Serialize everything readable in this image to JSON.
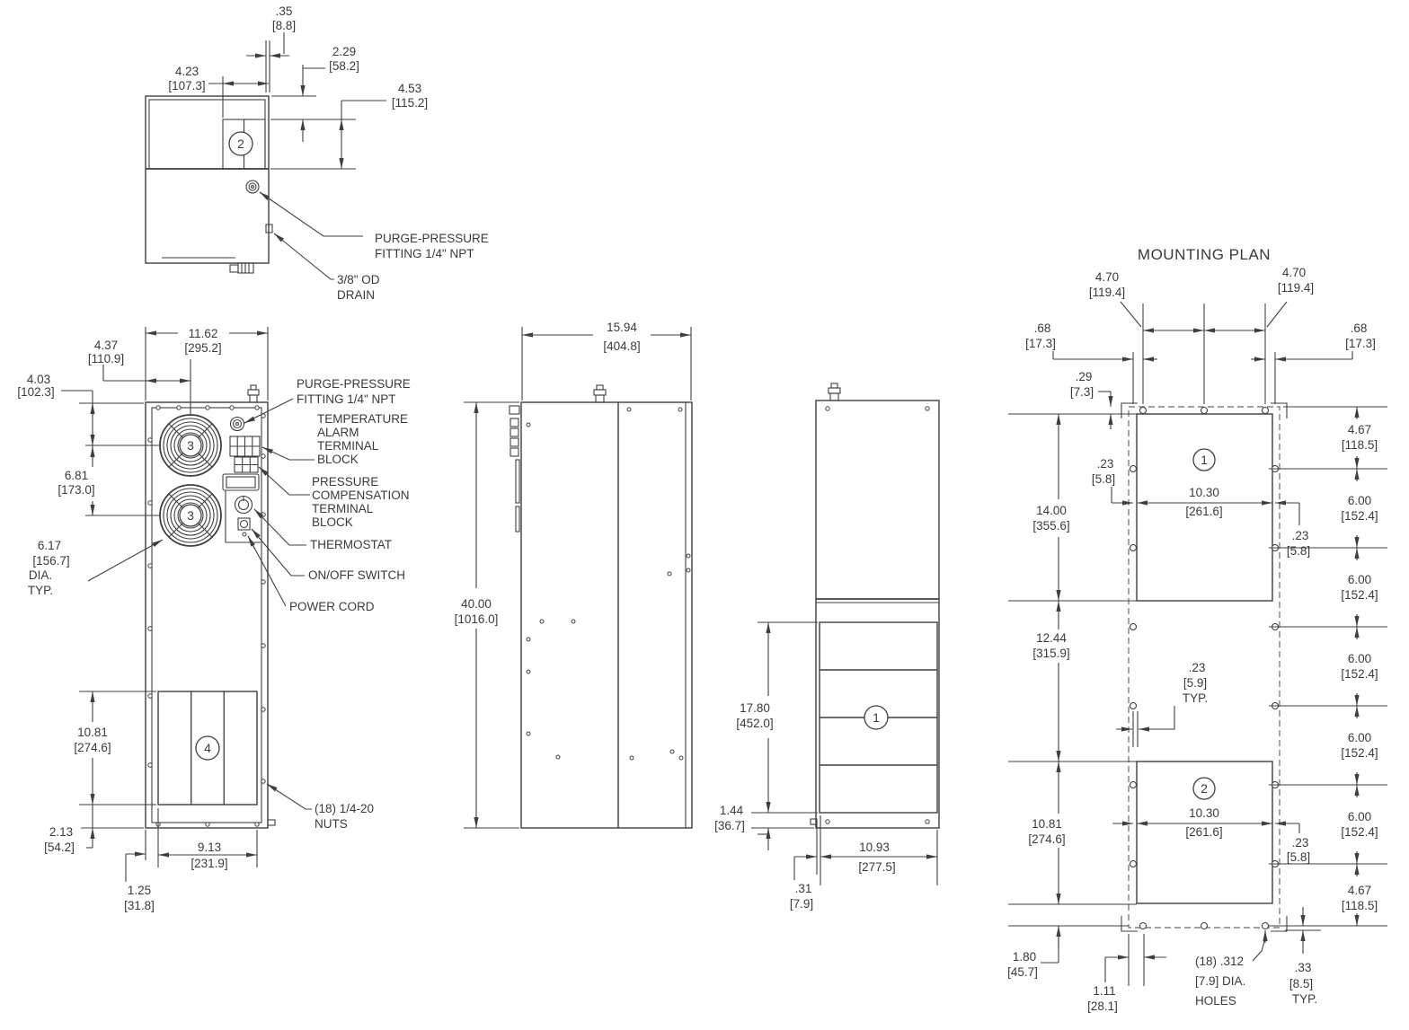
{
  "top": {
    "balloon": "2",
    "d35": {
      "v": ".35",
      "mm": "[8.8]"
    },
    "d229": {
      "v": "2.29",
      "mm": "[58.2]"
    },
    "d423": {
      "v": "4.23",
      "mm": "[107.3]"
    },
    "d453": {
      "v": "4.53",
      "mm": "[115.2]"
    },
    "purge": [
      "PURGE-PRESSURE",
      "FITTING 1/4\" NPT"
    ],
    "drain": [
      "3/8\" OD",
      "DRAIN"
    ]
  },
  "front": {
    "fan_balloon": "3",
    "grille_balloon": "4",
    "d1162": {
      "v": "11.62",
      "mm": "[295.2]"
    },
    "d437": {
      "v": "4.37",
      "mm": "[110.9]"
    },
    "d403": {
      "v": "4.03",
      "mm": "[102.3]"
    },
    "d681": {
      "v": "6.81",
      "mm": "[173.0]"
    },
    "d617": {
      "v": "6.17",
      "mm": "[156.7]",
      "l3": "DIA.",
      "l4": "TYP."
    },
    "d1081": {
      "v": "10.81",
      "mm": "[274.6]"
    },
    "d213": {
      "v": "2.13",
      "mm": "[54.2]"
    },
    "d913": {
      "v": "9.13",
      "mm": "[231.9]"
    },
    "d125": {
      "v": "1.25",
      "mm": "[31.8]"
    },
    "purge": [
      "PURGE-PRESSURE",
      "FITTING 1/4\" NPT"
    ],
    "temp_alarm": [
      "TEMPERATURE",
      "ALARM",
      "TERMINAL",
      "BLOCK"
    ],
    "press_comp": [
      "PRESSURE",
      "COMPENSATION",
      "TERMINAL",
      "BLOCK"
    ],
    "thermostat": "THERMOSTAT",
    "onoff": "ON/OFF SWITCH",
    "power": "POWER CORD",
    "nuts": [
      "(18) 1/4-20",
      "NUTS"
    ]
  },
  "side": {
    "d1594": {
      "v": "15.94",
      "mm": "[404.8]"
    },
    "d4000": {
      "v": "40.00",
      "mm": "[1016.0]"
    }
  },
  "back": {
    "balloon": "1",
    "d1780": {
      "v": "17.80",
      "mm": "[452.0]"
    },
    "d144": {
      "v": "1.44",
      "mm": "[36.7]"
    },
    "d31": {
      "v": ".31",
      "mm": "[7.9]"
    },
    "d1093": {
      "v": "10.93",
      "mm": "[277.5]"
    }
  },
  "plan": {
    "title": "MOUNTING PLAN",
    "c1": "1",
    "c2": "2",
    "d470L": {
      "v": "4.70",
      "mm": "[119.4]"
    },
    "d470R": {
      "v": "4.70",
      "mm": "[119.4]"
    },
    "d68L": {
      "v": ".68",
      "mm": "[17.3]"
    },
    "d68R": {
      "v": ".68",
      "mm": "[17.3]"
    },
    "d29": {
      "v": ".29",
      "mm": "[7.3]"
    },
    "d1400": {
      "v": "14.00",
      "mm": "[355.6]"
    },
    "d1244": {
      "v": "12.44",
      "mm": "[315.9]"
    },
    "d1081": {
      "v": "10.81",
      "mm": "[274.6]"
    },
    "d180": {
      "v": "1.80",
      "mm": "[45.7]"
    },
    "d23a": {
      "v": ".23",
      "mm": "[5.8]"
    },
    "d23b": {
      "v": ".23",
      "mm": "[5.8]"
    },
    "d23c": {
      "v": ".23",
      "mm": "[5.8]"
    },
    "d23typ": {
      "v": ".23",
      "mm": "[5.9]",
      "typ": "TYP."
    },
    "d1030a": {
      "v": "10.30",
      "mm": "[261.6]"
    },
    "d1030b": {
      "v": "10.30",
      "mm": "[261.6]"
    },
    "right": [
      {
        "v": "4.67",
        "mm": "[118.5]"
      },
      {
        "v": "6.00",
        "mm": "[152.4]"
      },
      {
        "v": "6.00",
        "mm": "[152.4]"
      },
      {
        "v": "6.00",
        "mm": "[152.4]"
      },
      {
        "v": "6.00",
        "mm": "[152.4]"
      },
      {
        "v": "6.00",
        "mm": "[152.4]"
      },
      {
        "v": "4.67",
        "mm": "[118.5]"
      }
    ],
    "d111": {
      "v": "1.11",
      "mm": "[28.1]"
    },
    "d33": {
      "v": ".33",
      "mm": "[8.5]",
      "typ": "TYP."
    },
    "holes": [
      "(18) .312",
      "[7.9] DIA.",
      "HOLES"
    ]
  }
}
